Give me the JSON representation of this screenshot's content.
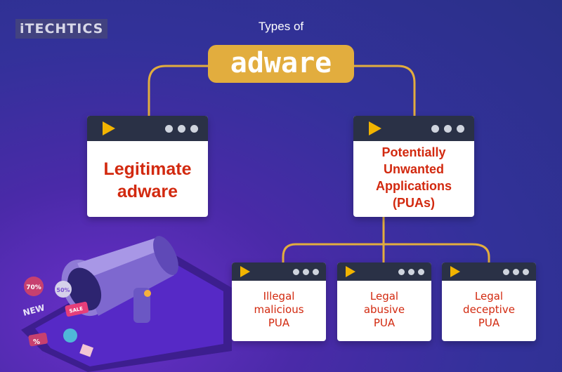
{
  "brand": {
    "logo_text": "iTECHTICS"
  },
  "header": {
    "subtitle": "Types of",
    "title": "adware"
  },
  "colors": {
    "accent": "#e2ad3e",
    "label": "#d2290f",
    "window_bar": "#2a3146",
    "play": "#f2b400"
  },
  "nodes": {
    "legitimate": {
      "line1": "Legitimate",
      "line2": "adware"
    },
    "pua": {
      "line1": "Potentially",
      "line2": "Unwanted",
      "line3": "Applications",
      "line4": "(PUAs)"
    },
    "illegal": {
      "line1": "Illegal",
      "line2": "malicious",
      "line3": "PUA"
    },
    "abusive": {
      "line1": "Legal",
      "line2": "abusive",
      "line3": "PUA"
    },
    "deceptive": {
      "line1": "Legal",
      "line2": "deceptive",
      "line3": "PUA"
    }
  },
  "illustration": {
    "tags": [
      "70%",
      "50%",
      "NEW",
      "SALE",
      "%"
    ]
  }
}
